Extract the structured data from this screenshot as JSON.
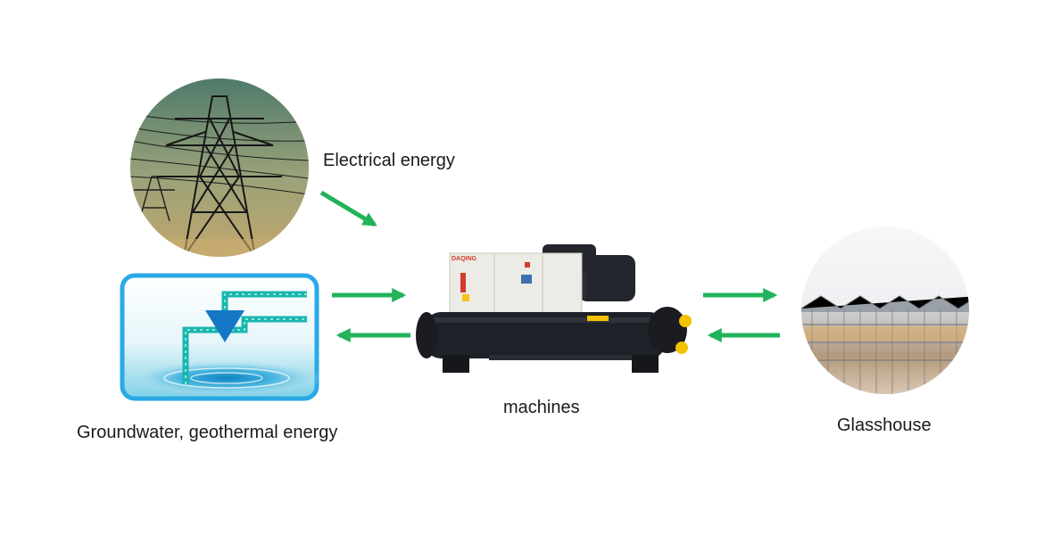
{
  "labels": {
    "electrical": "Electrical energy",
    "groundwater": "Groundwater, geothermal energy",
    "machines": "machines",
    "glasshouse": "Glasshouse"
  },
  "machine_brand": "DAQING",
  "colors": {
    "arrow": "#22b35a",
    "groundwater_frame": "#29a9e6",
    "pipe": "#19b6b0",
    "machine_body": "#1e2127",
    "machine_cabinet": "#ecebe6"
  }
}
